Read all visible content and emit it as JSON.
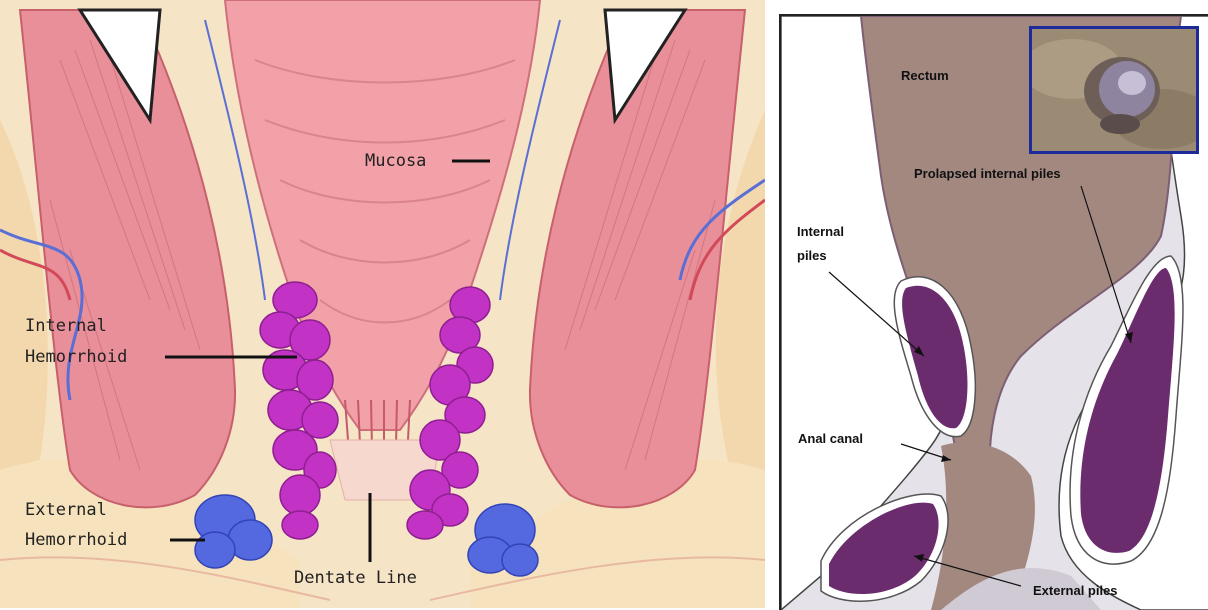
{
  "left_diagram": {
    "labels": {
      "mucosa": "Mucosa",
      "internal_hemorrhoid_line1": "Internal",
      "internal_hemorrhoid_line2": "Hemorrhoid",
      "external_hemorrhoid_line1": "External",
      "external_hemorrhoid_line2": "Hemorrhoid",
      "dentate_line": "Dentate Line"
    }
  },
  "right_diagram": {
    "labels": {
      "rectum": "Rectum",
      "prolapsed_internal_piles": "Prolapsed internal piles",
      "internal_piles_line1": "Internal",
      "internal_piles_line2": "piles",
      "anal_canal": "Anal canal",
      "external_piles": "External piles"
    },
    "inset_photo": "prolapsed-pile-photo"
  },
  "colors": {
    "muscle": "#e88f9a",
    "mucosa": "#f2a1a8",
    "internal_hemorrhoid": "#c232c4",
    "external_hemorrhoid": "#5468e0",
    "fat": "#f4dfb8",
    "rectum_fill": "#a38880",
    "pile_fill": "#6b2c6e",
    "inset_border": "#1c2a9a"
  }
}
